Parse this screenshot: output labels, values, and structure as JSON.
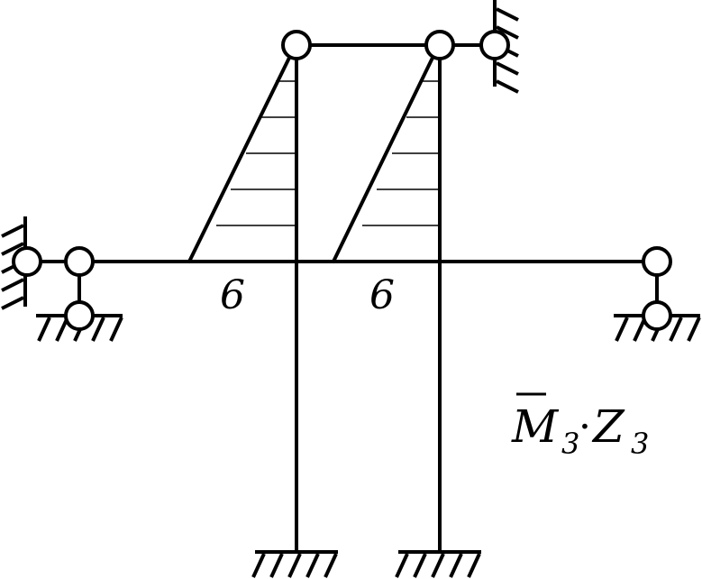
{
  "colors": {
    "line": "#000000",
    "background": "#ffffff"
  },
  "moment_labels": [
    {
      "id": "left",
      "text": "6"
    },
    {
      "id": "right",
      "text": "6"
    }
  ],
  "diagram_label": {
    "symbol": "M",
    "sub1": "3",
    "dot": "·",
    "var": "Z",
    "sub2": "3"
  }
}
